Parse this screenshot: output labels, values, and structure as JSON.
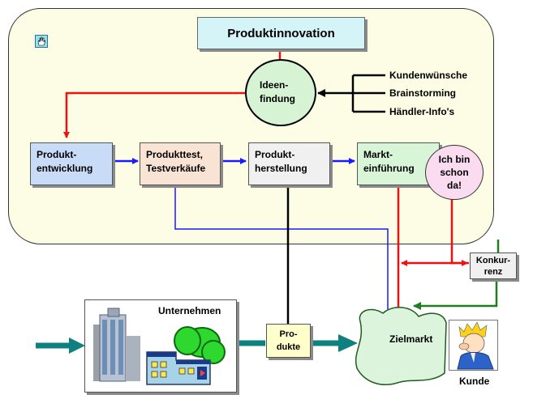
{
  "title": "Produktinnovation",
  "ideas": "Ideen-\nfindung",
  "inputs": [
    "Kundenwünsche",
    "Brainstorming",
    "Händler-Info's"
  ],
  "steps": [
    {
      "label": "Produkt-\nentwicklung",
      "color": "#c9dcf7"
    },
    {
      "label": "Produkttest,\nTestverkäufe",
      "color": "#f9e3d4"
    },
    {
      "label": "Produkt-\nherstellung",
      "color": "#f0f0f0"
    },
    {
      "label": "Markt-\neinführung",
      "color": "#d8f5d8"
    }
  ],
  "existing": "Ich bin\nschon\nda!",
  "competition": "Konkur-\nrenz",
  "company": "Unternehmen",
  "products": "Pro-\ndukte",
  "market": "Zielmarkt",
  "customer": "Kunde",
  "colors": {
    "panel": "#fdfde6",
    "red": "#ee1111",
    "blue": "#1a1aff",
    "green": "#1e7d1e",
    "teal": "#0e8080",
    "market": "#dcf3dc"
  },
  "icons": [
    "hand-icon",
    "office-buildings-icon",
    "customer-icon"
  ]
}
